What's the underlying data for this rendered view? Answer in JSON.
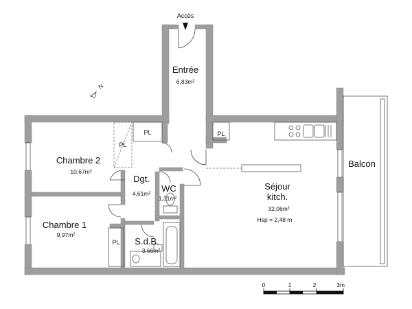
{
  "access_label": "Accès",
  "north_label": "N",
  "rooms": {
    "entree": {
      "name": "Entrée",
      "area": "6,83m²"
    },
    "chambre2": {
      "name": "Chambre 2",
      "area": "10,67m²"
    },
    "chambre1": {
      "name": "Chambre 1",
      "area": "9,97m²"
    },
    "dgt": {
      "name": "Dgt.",
      "area": "4,61m²"
    },
    "wc": {
      "name": "WC",
      "area": "1,31m²"
    },
    "sdb": {
      "name": "S.d.B.",
      "area": "3,66m²"
    },
    "sejour": {
      "name_line1": "Séjour",
      "name_line2": "kitch.",
      "area": "32,06m²",
      "height": "Hsp = 2,48 m"
    },
    "balcon": {
      "name": "Balcon"
    }
  },
  "closets": [
    "PL",
    "PL",
    "PL",
    "PL"
  ],
  "scale_bar": {
    "ticks": [
      "0",
      "1",
      "2",
      "3m"
    ]
  },
  "colors": {
    "wall": "#9e9e9e",
    "line": "#555555"
  }
}
